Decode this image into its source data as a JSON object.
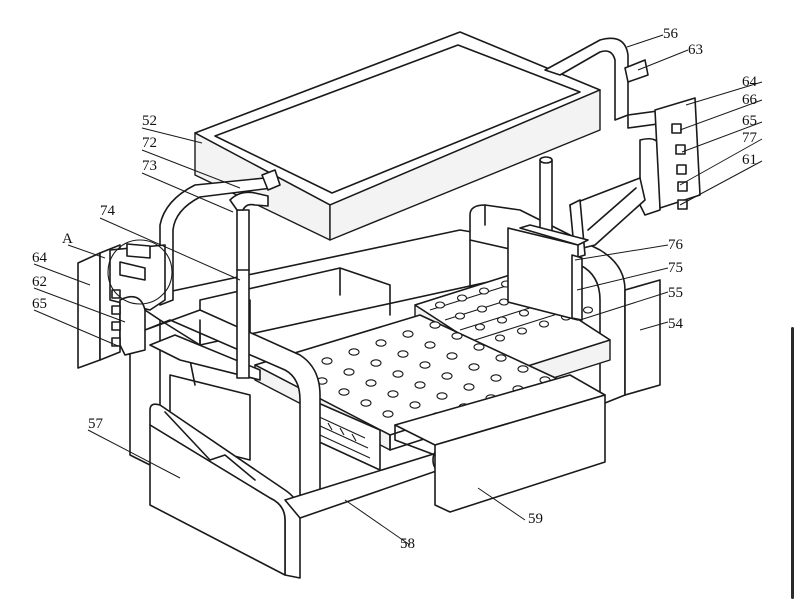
{
  "figure": {
    "labels": [
      {
        "id": "lbl-52",
        "text": "52"
      },
      {
        "id": "lbl-72",
        "text": "72"
      },
      {
        "id": "lbl-73",
        "text": "73"
      },
      {
        "id": "lbl-74",
        "text": "74"
      },
      {
        "id": "lbl-A",
        "text": "A"
      },
      {
        "id": "lbl-64-left",
        "text": "64"
      },
      {
        "id": "lbl-62",
        "text": "62"
      },
      {
        "id": "lbl-65-left",
        "text": "65"
      },
      {
        "id": "lbl-57",
        "text": "57"
      },
      {
        "id": "lbl-58",
        "text": "58"
      },
      {
        "id": "lbl-59",
        "text": "59"
      },
      {
        "id": "lbl-54",
        "text": "54"
      },
      {
        "id": "lbl-55",
        "text": "55"
      },
      {
        "id": "lbl-75",
        "text": "75"
      },
      {
        "id": "lbl-76",
        "text": "76"
      },
      {
        "id": "lbl-61",
        "text": "61"
      },
      {
        "id": "lbl-77",
        "text": "77"
      },
      {
        "id": "lbl-65-right",
        "text": "65"
      },
      {
        "id": "lbl-66",
        "text": "66"
      },
      {
        "id": "lbl-64-right",
        "text": "64"
      },
      {
        "id": "lbl-63",
        "text": "63"
      },
      {
        "id": "lbl-56",
        "text": "56"
      }
    ]
  }
}
